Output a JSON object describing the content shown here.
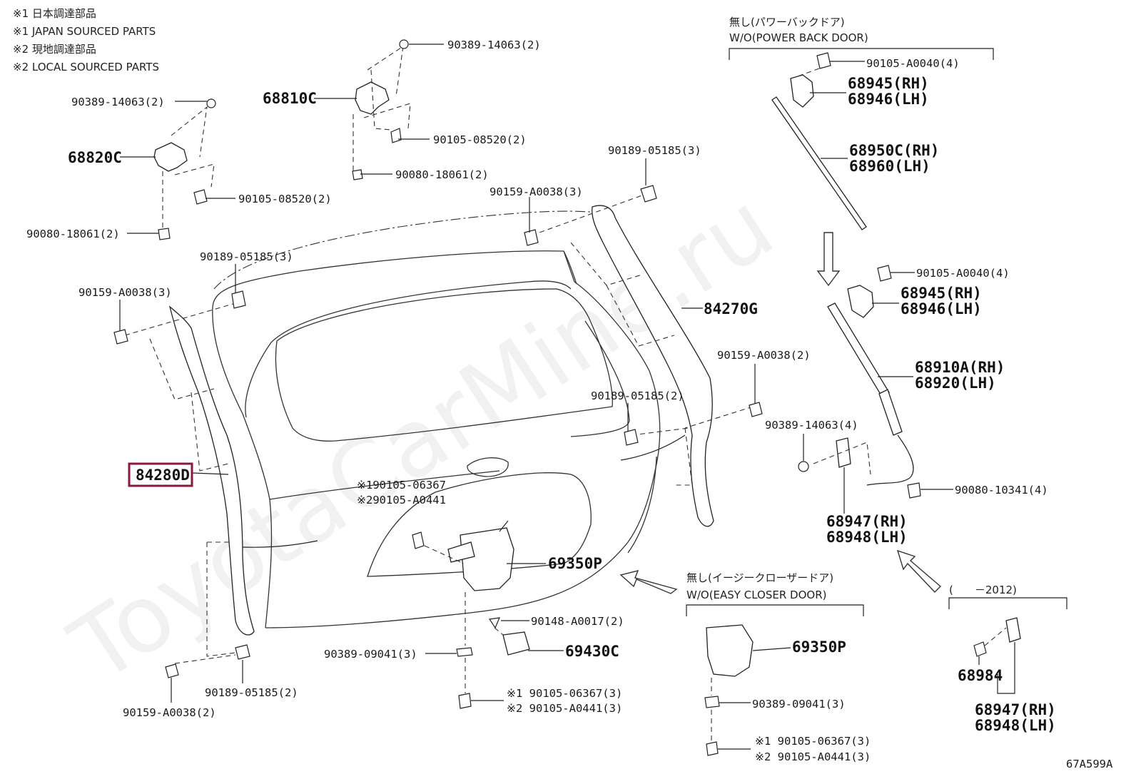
{
  "notes": {
    "line1": "※1 日本調達部品",
    "line2": "※1 JAPAN SOURCED PARTS",
    "line3": "※2 現地調達部品",
    "line4": "※2 LOCAL SOURCED PARTS"
  },
  "watermark": "ToyotaCarMine.ru",
  "sections": {
    "power_back_door_jp": "無し(パワーバックドア)",
    "power_back_door_en": "W/O(POWER BACK DOOR)",
    "easy_closer_jp": "無し(イージークローザードア)",
    "easy_closer_en": "W/O(EASY CLOSER DOOR)",
    "year_range": "(　　－2012)"
  },
  "labels": {
    "p68810C": "68810C",
    "p90389_14063_top": "90389-14063(2)",
    "p90105_08520_top": "90105-08520(2)",
    "p90080_18061_top": "90080-18061(2)",
    "p90389_14063_left": "90389-14063(2)",
    "p68820C": "68820C",
    "p90105_08520_left": "90105-08520(2)",
    "p90080_18061_left": "90080-18061(2)",
    "p90189_05185_a": "90189-05185(3)",
    "p90159_A0038_a": "90159-A0038(3)",
    "p90189_05185_b": "90189-05185(3)",
    "p90159_A0038_b": "90159-A0038(3)",
    "p84270G": "84270G",
    "p90159_A0038_c": "90159-A0038(2)",
    "p90189_05185_c": "90189-05185(2)",
    "p84280D": "84280D",
    "p90105_06367_note": "※190105-06367",
    "p90105_A0441_note": "※290105-A0441",
    "p69350P_main": "69350P",
    "p90148_A0017": "90148-A0017(2)",
    "p90389_09041_main": "90389-09041(3)",
    "p69430C": "69430C",
    "p90105_06367_bottom": "※1 90105-06367(3)",
    "p90105_A0441_bottom": "※2 90105-A0441(3)",
    "p90189_05185_d": "90189-05185(2)",
    "p90159_A0038_d": "90159-A0038(2)",
    "p90105_A0040_a": "90105-A0040(4)",
    "p68945_a": "68945(RH)",
    "p68946_a": "68946(LH)",
    "p68950C": "68950C(RH)",
    "p68960": "68960(LH)",
    "p90105_A0040_b": "90105-A0040(4)",
    "p68945_b": "68945(RH)",
    "p68946_b": "68946(LH)",
    "p68910A": "68910A(RH)",
    "p68920": "68920(LH)",
    "p90389_14063_right": "90389-14063(4)",
    "p90080_10341": "90080-10341(4)",
    "p68947_a": "68947(RH)",
    "p68948_a": "68948(LH)",
    "p69350P_alt": "69350P",
    "p90389_09041_alt": "90389-09041(3)",
    "p90105_06367_alt": "※1 90105-06367(3)",
    "p90105_A0441_alt": "※2 90105-A0441(3)",
    "p68984": "68984",
    "p68947_b": "68947(RH)",
    "p68948_b": "68948(LH)"
  },
  "code": "67A599A",
  "highlight_color": "#8b1a3a"
}
